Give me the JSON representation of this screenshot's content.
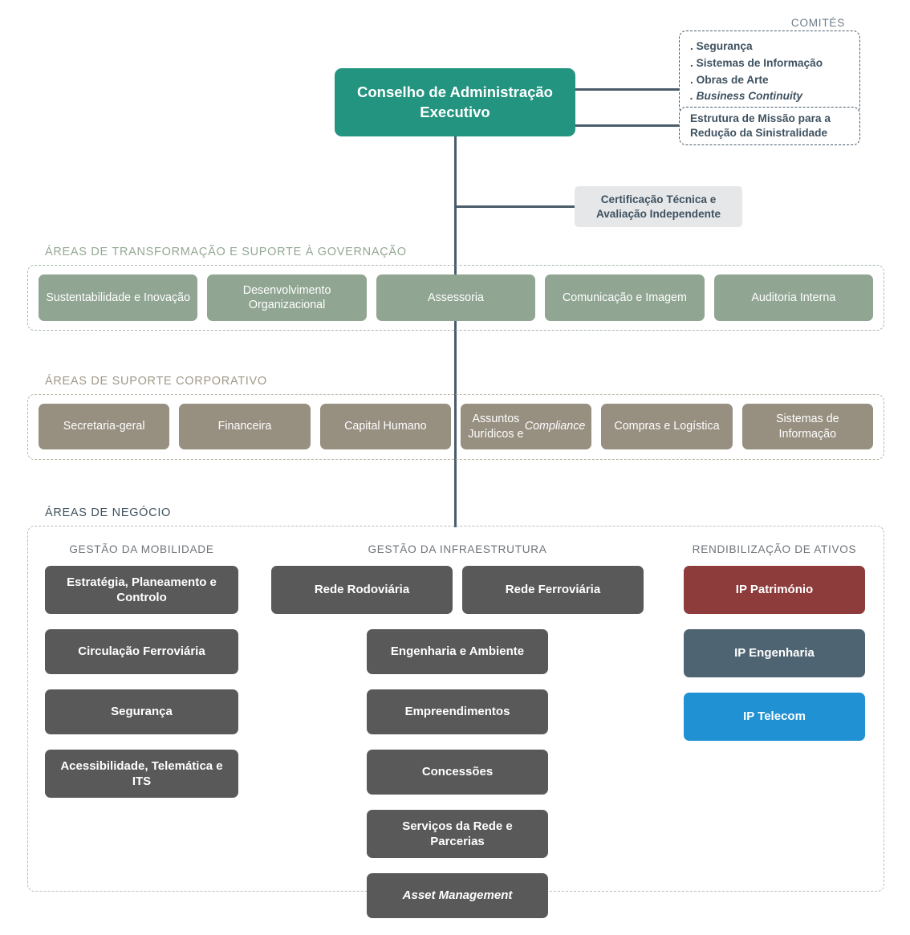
{
  "executive": {
    "title": "Conselho de Administração Executivo"
  },
  "committees": {
    "label": "COMITÉS",
    "items": [
      {
        "text": ". Segurança",
        "italic": false
      },
      {
        "text": ". Sistemas de Informação",
        "italic": false
      },
      {
        "text": ". Obras de Arte",
        "italic": false
      },
      {
        "text": ". Business Continuity",
        "italic": true
      }
    ]
  },
  "mission": {
    "title": "Estrutura de Missão para a Redução da Sinistralidade"
  },
  "certification": {
    "title": "Certificação Técnica e Avaliação Independente"
  },
  "governance": {
    "label": "ÁREAS DE TRANSFORMAÇÃO E SUPORTE À GOVERNAÇÃO",
    "items": [
      "Sustentabilidade e Inovação",
      "Desenvolvimento Organizacional",
      "Assessoria",
      "Comunicação e Imagem",
      "Auditoria Interna"
    ]
  },
  "corporate": {
    "label": "ÁREAS DE SUPORTE CORPORATIVO",
    "items": [
      {
        "text": "Secretaria-geral",
        "italic_part": ""
      },
      {
        "text": "Financeira",
        "italic_part": ""
      },
      {
        "text": "Capital Humano",
        "italic_part": ""
      },
      {
        "text": "Assuntos Jurídicos e Compliance",
        "italic_part": "Compliance"
      },
      {
        "text": "Compras e Logística",
        "italic_part": ""
      },
      {
        "text": "Sistemas de Informação",
        "italic_part": ""
      }
    ]
  },
  "business": {
    "label": "ÁREAS DE NEGÓCIO",
    "columns": [
      {
        "title": "GESTÃO DA MOBILIDADE",
        "items": [
          "Estratégia, Planeamento e Controlo",
          "Circulação Ferroviária",
          "Segurança",
          "Acessibilidade, Telemática e ITS"
        ]
      },
      {
        "title": "GESTÃO DA INFRAESTRUTURA",
        "pair": [
          "Rede Rodoviária",
          "Rede Ferroviária"
        ],
        "items": [
          "Engenharia e Ambiente",
          "Empreendimentos",
          "Concessões",
          "Serviços da Rede e Parcerias",
          "Asset Management"
        ],
        "italic_items": [
          "Asset Management"
        ]
      },
      {
        "title": "RENDIBILIZAÇÃO DE ATIVOS",
        "items": [
          "IP Património",
          "IP Engenharia",
          "IP Telecom"
        ],
        "colors": [
          "#8e3b3b",
          "#4f6472",
          "#2091d3"
        ]
      }
    ]
  },
  "colors": {
    "executive_teal": "#22947f",
    "governance_green": "#90a592",
    "corporate_taupe": "#978f80",
    "business_gray": "#595959",
    "ip_patrimonio_red": "#8e3b3b",
    "ip_engenharia_slate": "#4f6472",
    "ip_telecom_blue": "#2091d3",
    "connector_line": "#4a5c6a",
    "certification_bg": "#e5e7e9"
  }
}
